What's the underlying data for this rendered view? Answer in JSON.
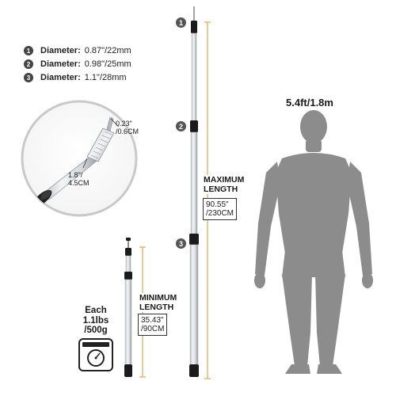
{
  "specs": [
    {
      "num": "1",
      "label": "Diameter:",
      "value": "0.87\"/22mm"
    },
    {
      "num": "2",
      "label": "Diameter:",
      "value": "0.98\"/25mm"
    },
    {
      "num": "3",
      "label": "Diameter:",
      "value": "1.1\"/28mm"
    }
  ],
  "segment_badges": [
    "1",
    "2",
    "3"
  ],
  "detail": {
    "tip_size_line1": "0.23\"",
    "tip_size_line2": "/0.6CM",
    "grip_len_line1": "1.8\"/",
    "grip_len_line2": "4.5CM"
  },
  "maximum": {
    "label_line1": "MAXIMUM",
    "label_line2": "LENGTH",
    "value_line1": "90.55\"",
    "value_line2": "/230CM"
  },
  "minimum": {
    "label_line1": "MINIMUM",
    "label_line2": "LENGTH",
    "value_line1": "35.43\"",
    "value_line2": "/90CM"
  },
  "weight": {
    "line1": "Each",
    "line2": "1.1lbs",
    "line3": "/500g"
  },
  "person_height": "5.4ft/1.8m",
  "colors": {
    "pole_light": "#e6e8ea",
    "pole_dark": "#9aa0a6",
    "joint": "#1b1b1b",
    "dimension_line": "#e8a24a",
    "silhouette": "#8c8c8c",
    "badge": "#555555"
  },
  "icons": [
    "scale-icon",
    "person-silhouette"
  ]
}
